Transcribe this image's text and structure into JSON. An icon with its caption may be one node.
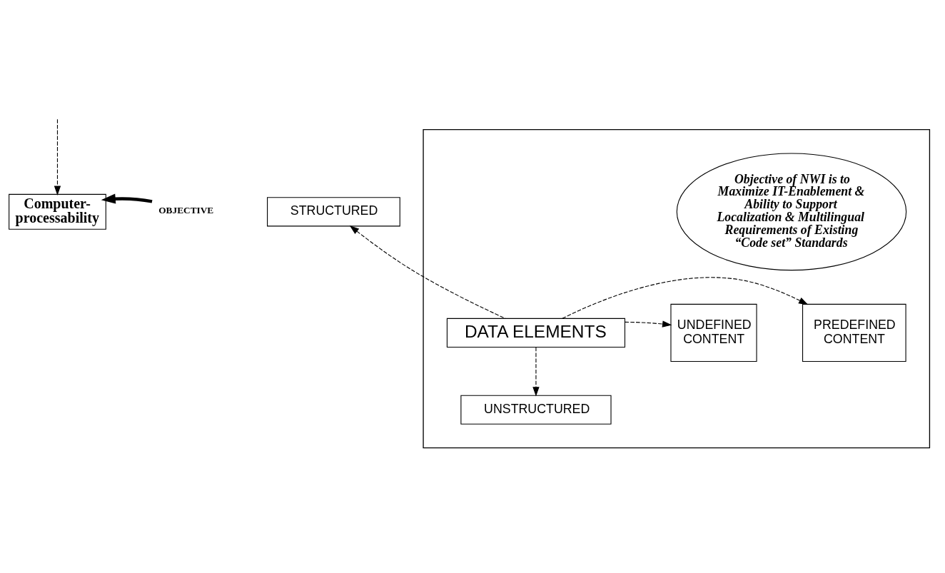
{
  "diagram": {
    "nodes": [
      {
        "text": [
          "Computer-processability"
        ]
      },
      {
        "text": [
          "OBJECTIVE"
        ]
      },
      {
        "text": [],
        "shape": "box"
      },
      {
        "text": [
          "STRUCTURED"
        ]
      },
      {
        "text": [
          "Objective of NWI is to Maximize IT-Enablement & Ability to Support Localization & Multilingual Requirements of Existing “Code set” Standards"
        ],
        "in": 2
      },
      {
        "text": [
          "PREDEFINED CONTENT"
        ],
        "in": 2
      },
      {
        "text": [
          "DATA ELEMENTS"
        ],
        "in": 2
      },
      {
        "text": [
          "UNDEFINED CONTENT"
        ],
        "in": 2
      },
      {
        "text": [
          "UNSTRUCTURED"
        ],
        "in": 2
      }
    ],
    "edges": [
      {
        "from": 1,
        "to": 0,
        "arrow": "to",
        "style": "thick"
      },
      {
        "from": 6,
        "to": 3,
        "arrow": "to",
        "style": "dashed"
      },
      {
        "from": 6,
        "to": 5,
        "arrow": "to",
        "style": "dashed"
      },
      {
        "from": 6,
        "to": 7,
        "arrow": "to",
        "style": "dashed"
      },
      {
        "from": 6,
        "to": 8,
        "arrow": "to",
        "style": "dashed"
      },
      {
        "from": null,
        "to": 0,
        "arrow": "to",
        "style": "dashed"
      }
    ]
  }
}
